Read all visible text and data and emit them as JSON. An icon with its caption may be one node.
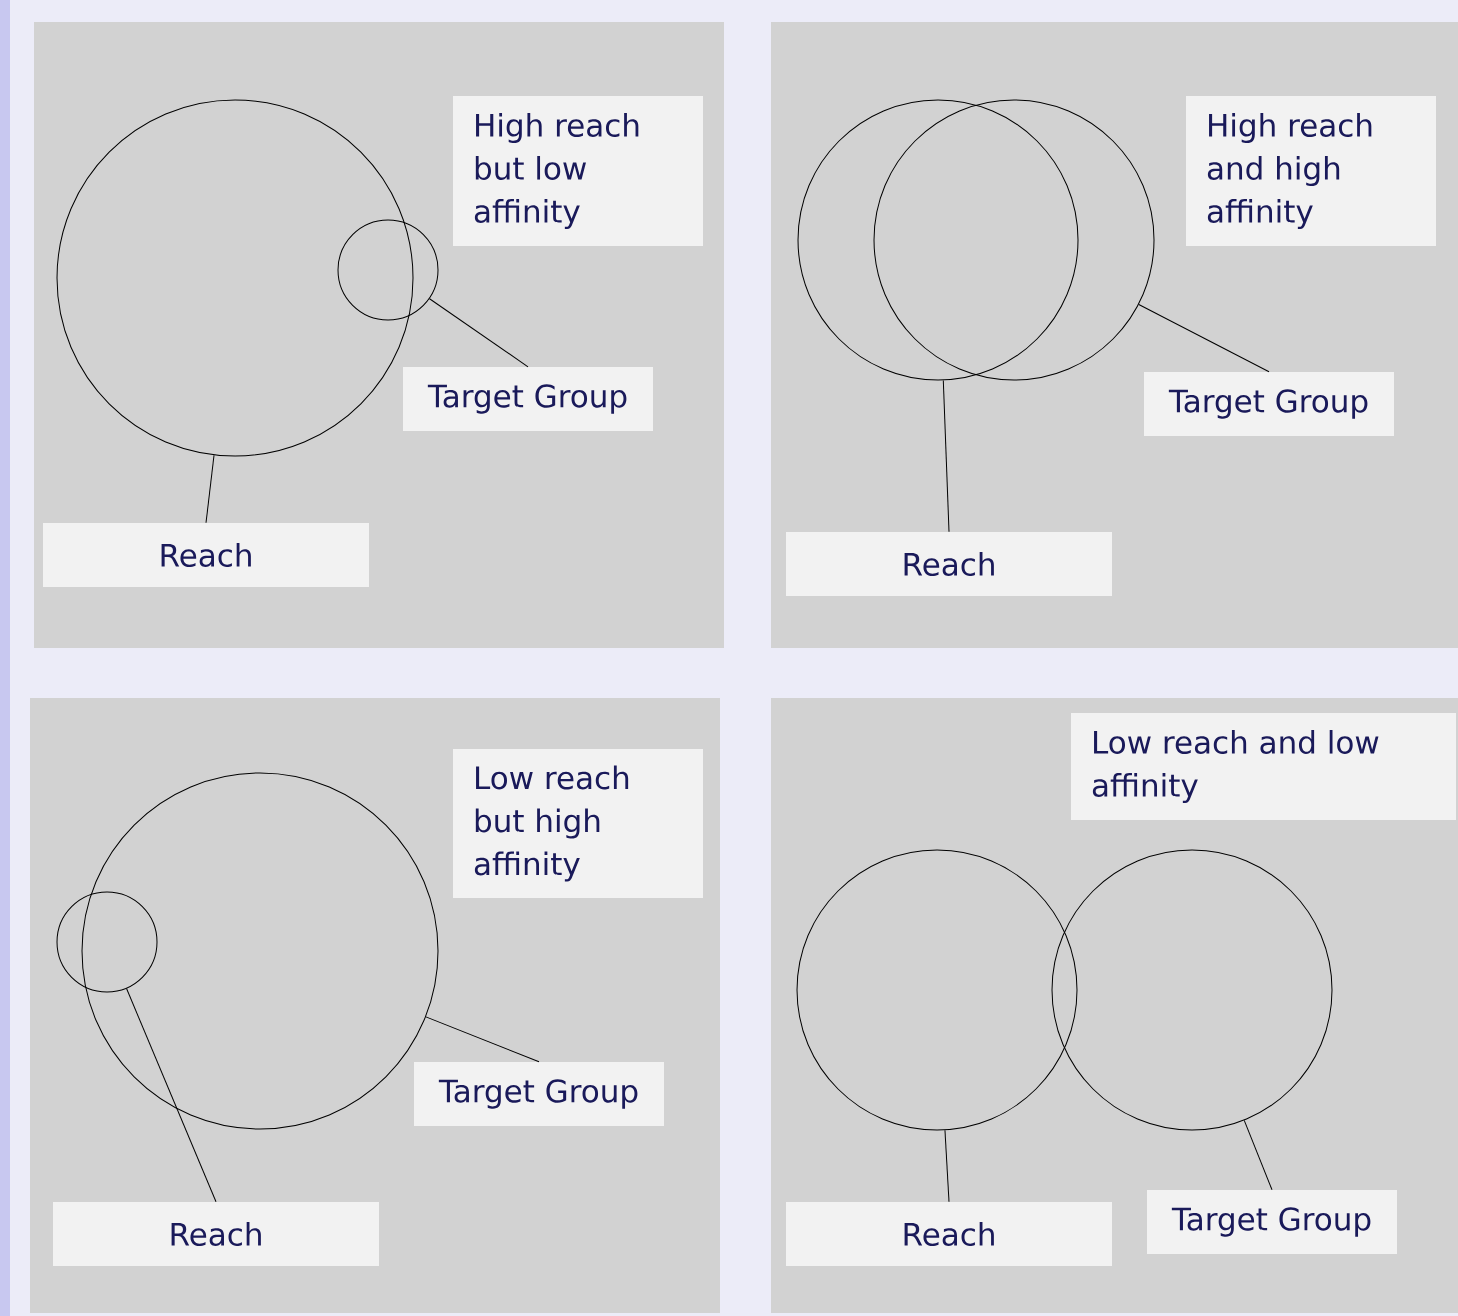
{
  "diagram": {
    "nodes": [
      {
        "text": [],
        "shape": "box"
      },
      {
        "text": [
          "High reach but low affinity"
        ],
        "in": 0
      },
      {
        "text": [],
        "shape": "circle",
        "in": 0
      },
      {
        "text": [],
        "shape": "circle",
        "in": 0
      },
      {
        "text": [
          "Target Group"
        ],
        "in": 0
      },
      {
        "text": [
          "Reach"
        ],
        "in": 0
      },
      {
        "text": [],
        "shape": "box"
      },
      {
        "text": [
          "High reach and high affinity"
        ],
        "in": 6
      },
      {
        "text": [],
        "shape": "circle",
        "in": 6
      },
      {
        "text": [],
        "shape": "circle",
        "in": 6
      },
      {
        "text": [
          "Target Group"
        ],
        "in": 6
      },
      {
        "text": [
          "Reach"
        ],
        "in": 6
      },
      {
        "text": [],
        "shape": "box"
      },
      {
        "text": [
          "Low reach but high affinity"
        ],
        "in": 12
      },
      {
        "text": [],
        "shape": "circle",
        "in": 12
      },
      {
        "text": [],
        "shape": "circle",
        "in": 12
      },
      {
        "text": [
          "Target Group"
        ],
        "in": 12
      },
      {
        "text": [
          "Reach"
        ],
        "in": 12
      },
      {
        "text": [],
        "shape": "box"
      },
      {
        "text": [
          "Low reach and low affinity"
        ],
        "in": 18
      },
      {
        "text": [],
        "shape": "circle",
        "in": 18
      },
      {
        "text": [],
        "shape": "circle",
        "in": 18
      },
      {
        "text": [
          "Reach"
        ],
        "in": 18
      },
      {
        "text": [
          "Target Group"
        ],
        "in": 18
      }
    ],
    "edges": [
      {
        "from": 4,
        "to": 3,
        "arrow": "none"
      },
      {
        "from": 5,
        "to": 2,
        "arrow": "none"
      },
      {
        "from": 10,
        "to": 9,
        "arrow": "none"
      },
      {
        "from": 11,
        "to": 8,
        "arrow": "none"
      },
      {
        "from": 16,
        "to": 14,
        "arrow": "none"
      },
      {
        "from": 17,
        "to": 15,
        "arrow": "none"
      },
      {
        "from": 22,
        "to": 20,
        "arrow": "none"
      },
      {
        "from": 23,
        "to": 21,
        "arrow": "none"
      }
    ]
  }
}
